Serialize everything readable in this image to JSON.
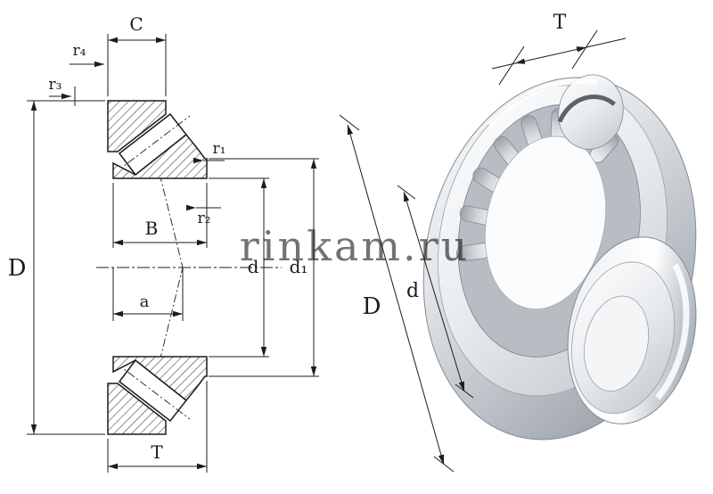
{
  "watermark": {
    "text": "rinkam.ru",
    "color": "#9a9a9a"
  },
  "left_view": {
    "title": "tapered-roller-bearing-cross-section",
    "dims": {
      "C": "C",
      "r4": "r₄",
      "r3": "r₃",
      "D": "D",
      "B": "B",
      "a": "a",
      "r1": "r₁",
      "r2": "r₂",
      "d": "d",
      "d1": "d₁",
      "T": "T"
    }
  },
  "right_view": {
    "title": "tapered-roller-bearing-3d-view",
    "dims": {
      "T": "T",
      "D": "D",
      "d": "d"
    }
  },
  "colors": {
    "line": "#1c1c1c",
    "hatch": "#222222",
    "metal_light": "#f5f7f8",
    "metal_mid": "#c7ccd1",
    "metal_dark": "#8f969d"
  }
}
